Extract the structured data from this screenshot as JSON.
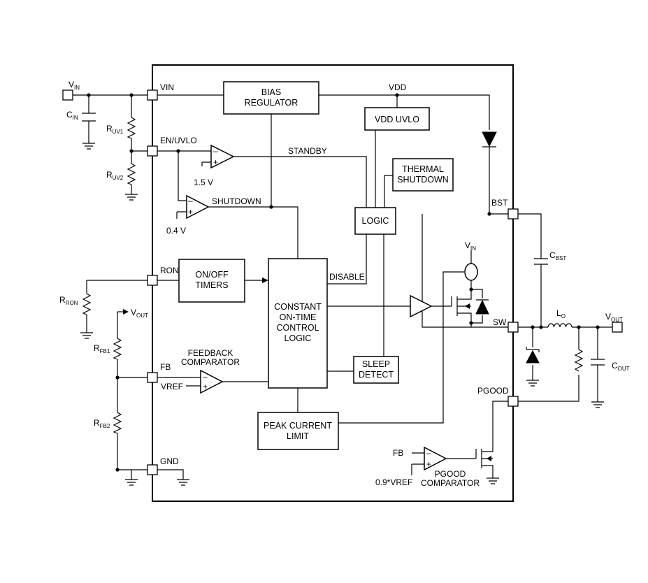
{
  "pins": {
    "vin": "VIN",
    "en_uvlo": "EN/UVLO",
    "ron": "RON",
    "fb": "FB",
    "gnd": "GND",
    "bst": "BST",
    "sw": "SW",
    "pgood": "PGOOD"
  },
  "blocks": {
    "bias_regulator": [
      "BIAS",
      "REGULATOR"
    ],
    "vdd_uvlo": "VDD UVLO",
    "thermal_shutdown": [
      "THERMAL",
      "SHUTDOWN"
    ],
    "logic": "LOGIC",
    "on_off_timers": [
      "ON/OFF",
      "TIMERS"
    ],
    "cot_logic": [
      "CONSTANT",
      "ON-TIME",
      "CONTROL",
      "LOGIC"
    ],
    "sleep_detect": [
      "SLEEP",
      "DETECT"
    ],
    "peak_current_limit": [
      "PEAK CURRENT",
      "LIMIT"
    ]
  },
  "signals": {
    "vdd": "VDD",
    "standby": "STANDBY",
    "shutdown": "SHUTDOWN",
    "disable": "DISABLE",
    "v15": "1.5 V",
    "v04": "0.4 V",
    "feedback_comp": [
      "FEEDBACK",
      "COMPARATOR"
    ],
    "vref": "VREF",
    "pgood_fb": "FB",
    "pgood_ref": "0.9*VREF",
    "pgood_comp": [
      "PGOOD",
      "COMPARATOR"
    ]
  },
  "external": {
    "vin_main": "V",
    "vin_sub": "IN",
    "cin_main": "C",
    "cin_sub": "IN",
    "ruv1_main": "R",
    "ruv1_sub": "UV1",
    "ruv2_main": "R",
    "ruv2_sub": "UV2",
    "rron_main": "R",
    "rron_sub": "RON",
    "vout_main": "V",
    "vout_sub": "OUT",
    "rfb1_main": "R",
    "rfb1_sub": "FB1",
    "rfb2_main": "R",
    "rfb2_sub": "FB2",
    "cbst_main": "C",
    "cbst_sub": "BST",
    "lo_main": "L",
    "lo_sub": "O",
    "vout2_main": "V",
    "vout2_sub": "OUT",
    "cout_main": "C",
    "cout_sub": "OUT",
    "vin_sw_main": "V",
    "vin_sw_sub": "IN"
  },
  "comparator_signs": {
    "minus": "–",
    "plus": "+"
  }
}
